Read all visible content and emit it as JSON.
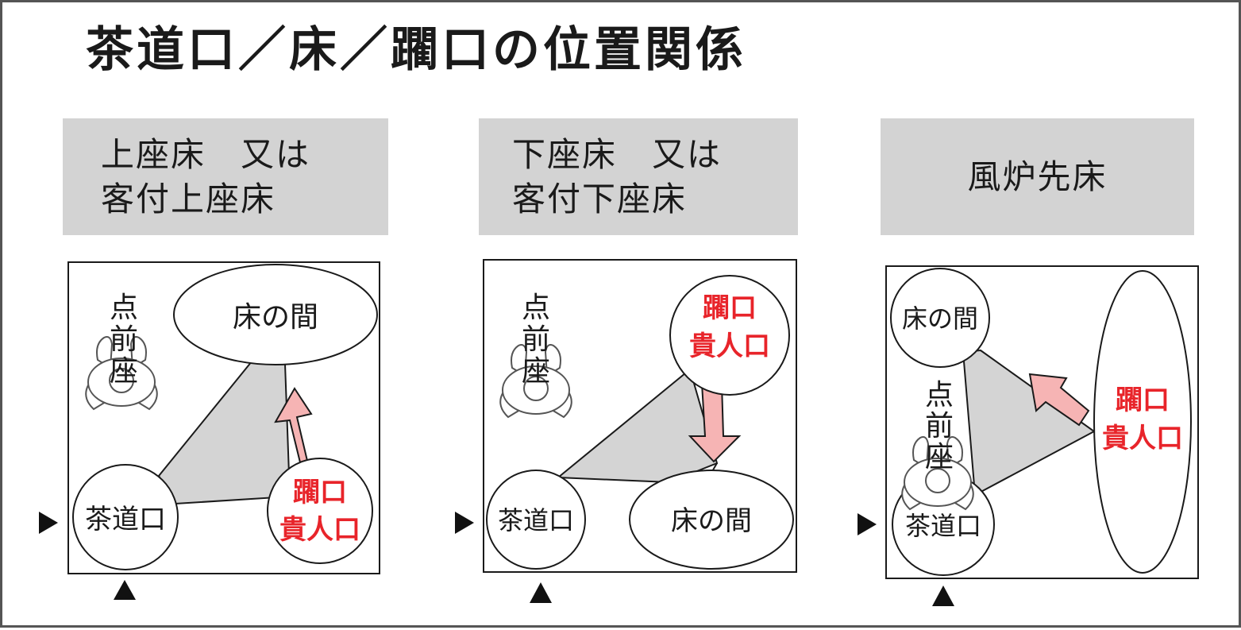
{
  "title": "茶道口／床／躙口の位置関係",
  "panels": [
    {
      "caption": [
        "上座床　又は",
        "客付上座床"
      ],
      "labels": {
        "tokonoma": "床の間",
        "sadouguchi": "茶道口",
        "nijiriguchi_line1": "躙口",
        "nijiriguchi_line2": "貴人口",
        "temaeza": [
          "点",
          "前",
          "座"
        ]
      }
    },
    {
      "caption": [
        "下座床　又は",
        "客付下座床"
      ],
      "labels": {
        "tokonoma": "床の間",
        "sadouguchi": "茶道口",
        "nijiriguchi_line1": "躙口",
        "nijiriguchi_line2": "貴人口",
        "temaeza": [
          "点",
          "前",
          "座"
        ]
      }
    },
    {
      "caption": [
        "風炉先床"
      ],
      "labels": {
        "tokonoma": "床の間",
        "sadouguchi": "茶道口",
        "nijiriguchi_line1": "躙口",
        "nijiriguchi_line2": "貴人口",
        "temaeza": [
          "点",
          "前",
          "座"
        ]
      }
    }
  ],
  "colors": {
    "emphasis_text": "#e8242a",
    "arrow_fill": "#f6b4b4",
    "triangle_fill": "#d4d4d4",
    "caption_bg": "#d3d3d3",
    "stroke": "#1a1a1a"
  },
  "icons": {
    "entrance_marker": "black-triangle-pointer",
    "seated_person": "seated-person-top-view"
  }
}
